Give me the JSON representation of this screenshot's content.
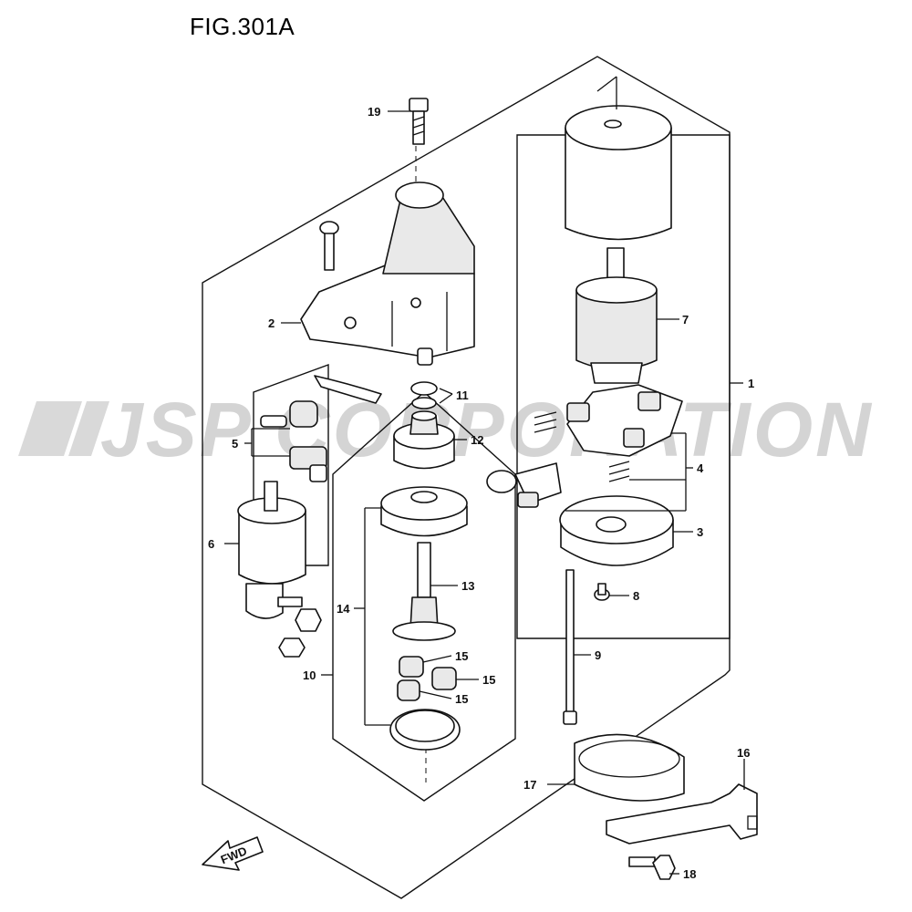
{
  "figure": {
    "title": "FIG.301A",
    "watermark": "JSP CORPORATION",
    "direction_label": "FWD"
  },
  "callouts": [
    {
      "id": "1",
      "label": "1"
    },
    {
      "id": "2",
      "label": "2"
    },
    {
      "id": "3",
      "label": "3"
    },
    {
      "id": "4",
      "label": "4"
    },
    {
      "id": "5",
      "label": "5"
    },
    {
      "id": "6",
      "label": "6"
    },
    {
      "id": "7",
      "label": "7"
    },
    {
      "id": "8",
      "label": "8"
    },
    {
      "id": "9",
      "label": "9"
    },
    {
      "id": "10",
      "label": "10"
    },
    {
      "id": "11",
      "label": "11"
    },
    {
      "id": "12",
      "label": "12"
    },
    {
      "id": "13",
      "label": "13"
    },
    {
      "id": "14",
      "label": "14"
    },
    {
      "id": "15a",
      "label": "15"
    },
    {
      "id": "15b",
      "label": "15"
    },
    {
      "id": "15c",
      "label": "15"
    },
    {
      "id": "16",
      "label": "16"
    },
    {
      "id": "17",
      "label": "17"
    },
    {
      "id": "18",
      "label": "18"
    },
    {
      "id": "19",
      "label": "19"
    }
  ],
  "colors": {
    "line": "#111111",
    "watermark": "#d4d4d4",
    "background": "#ffffff"
  }
}
